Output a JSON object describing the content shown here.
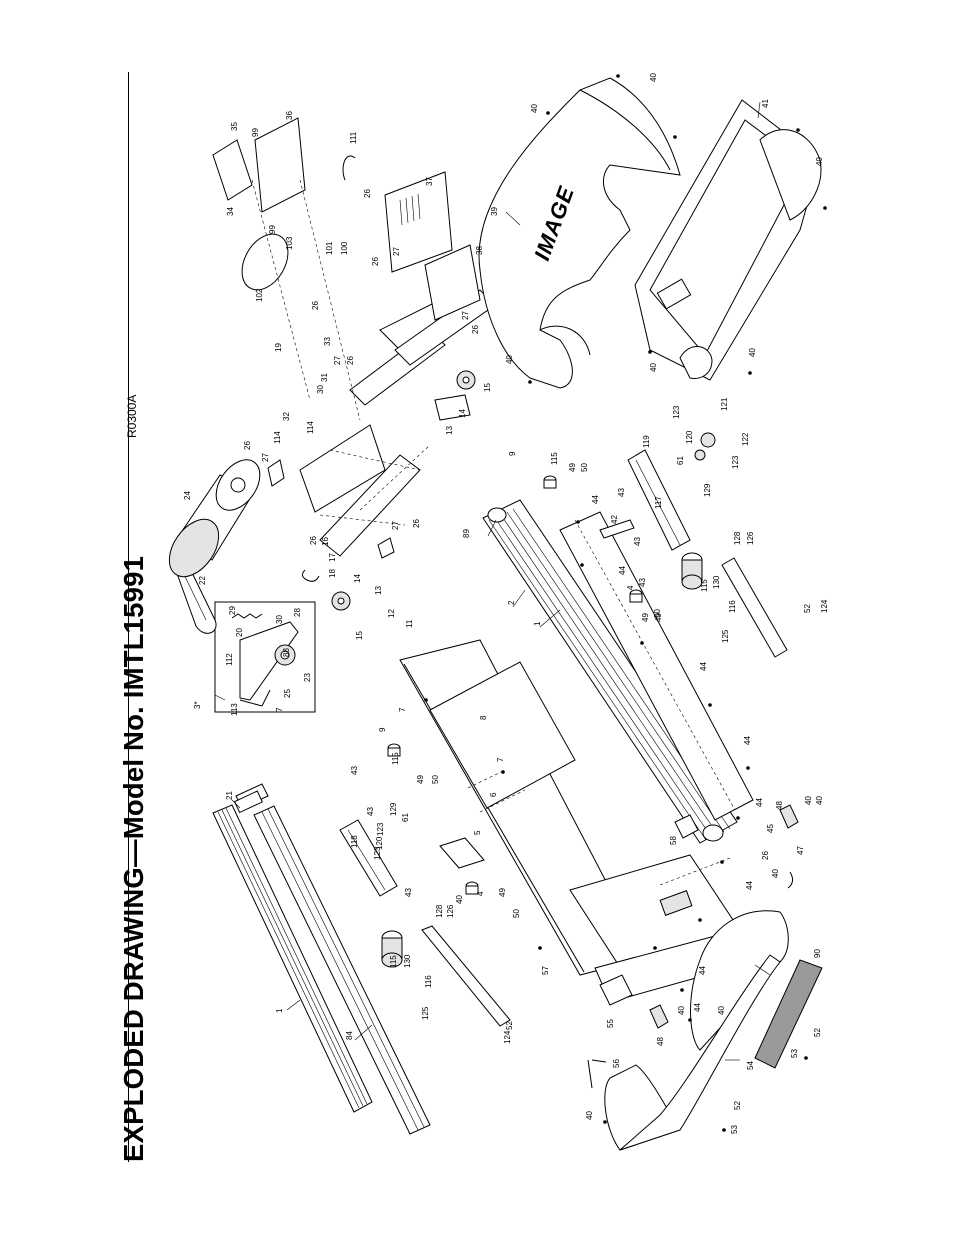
{
  "title": "EXPLODED DRAWING—Model No. IMTL15991",
  "drawing_code": "R0300A",
  "brand_text": "IMAGE",
  "part_callouts": [
    "1",
    "2",
    "3*",
    "4",
    "5",
    "6",
    "7",
    "8",
    "9",
    "11",
    "12",
    "13",
    "14",
    "15",
    "16",
    "17",
    "18",
    "19",
    "20",
    "21",
    "22",
    "23",
    "24",
    "25",
    "26",
    "27",
    "28",
    "29",
    "30",
    "31",
    "32",
    "33",
    "34",
    "35",
    "36",
    "37",
    "38",
    "39",
    "40",
    "41",
    "42",
    "43",
    "44",
    "45",
    "47",
    "48",
    "49",
    "50",
    "52",
    "53",
    "54",
    "55",
    "56",
    "57",
    "58",
    "61",
    "84",
    "88",
    "89",
    "90",
    "99",
    "100",
    "101",
    "102",
    "103",
    "111",
    "112",
    "113",
    "114",
    "115",
    "116",
    "117",
    "118",
    "119",
    "120",
    "121",
    "122",
    "123",
    "124",
    "125",
    "126",
    "128",
    "129",
    "130"
  ]
}
